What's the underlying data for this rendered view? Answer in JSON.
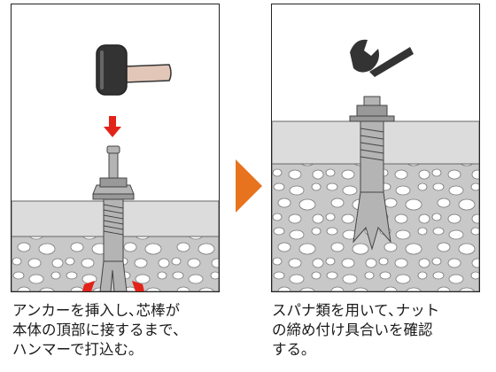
{
  "steps": [
    {
      "id": "step-1",
      "caption": "アンカーを挿入し､芯棒が\n本体の頂部に接するまで､\nハンマーで打込む｡",
      "icon": "hammer-icon"
    },
    {
      "id": "step-2",
      "caption": "スパナ類を用いて､ナット\nの締め付け具合いを確認\nする｡",
      "icon": "wrench-icon"
    }
  ],
  "colors": {
    "arrow": "#e8731e",
    "concrete": "#c8c8c8",
    "finish_layer": "#dcdcdc",
    "stone": "#ffffff",
    "metal": "#b4b4b4",
    "metal_dark": "#5a5a5a",
    "hammer_head": "#333333",
    "hammer_handle": "#e2c7b8",
    "impact_marks": "#e2231a"
  }
}
